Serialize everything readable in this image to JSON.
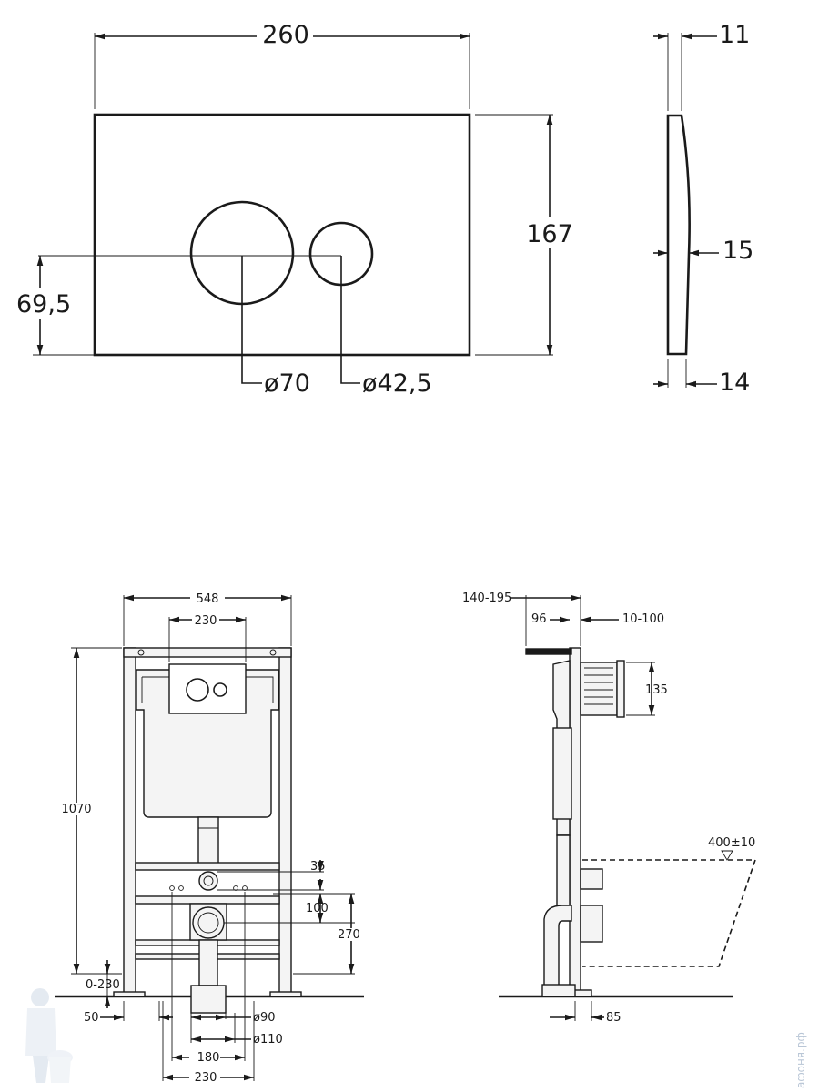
{
  "panel_dimensions": {
    "width": "260",
    "height": "167",
    "button_center_height": "69,5",
    "large_button_diameter": "ø70",
    "small_button_diameter": "ø42,5",
    "top_thickness": "11",
    "middle_thickness": "15",
    "bottom_thickness": "14"
  },
  "frame_front_dimensions": {
    "frame_width": "548",
    "panel_width": "230",
    "frame_height": "1070",
    "floor_adjust": "0-230",
    "leg_offset": "50",
    "inlet_offset": "35",
    "inlet_height": "100",
    "outlet_height": "270",
    "outlet_small": "ø90",
    "outlet_large": "ø110",
    "bolt_spacing": "180",
    "bolt_span": "230"
  },
  "frame_side_dimensions": {
    "depth_range": "140-195",
    "depth": "96",
    "wall_range": "10-100",
    "cistern_height": "135",
    "bowl_height": "400±10",
    "floor_offset": "85"
  },
  "watermark": "афоня.рф"
}
